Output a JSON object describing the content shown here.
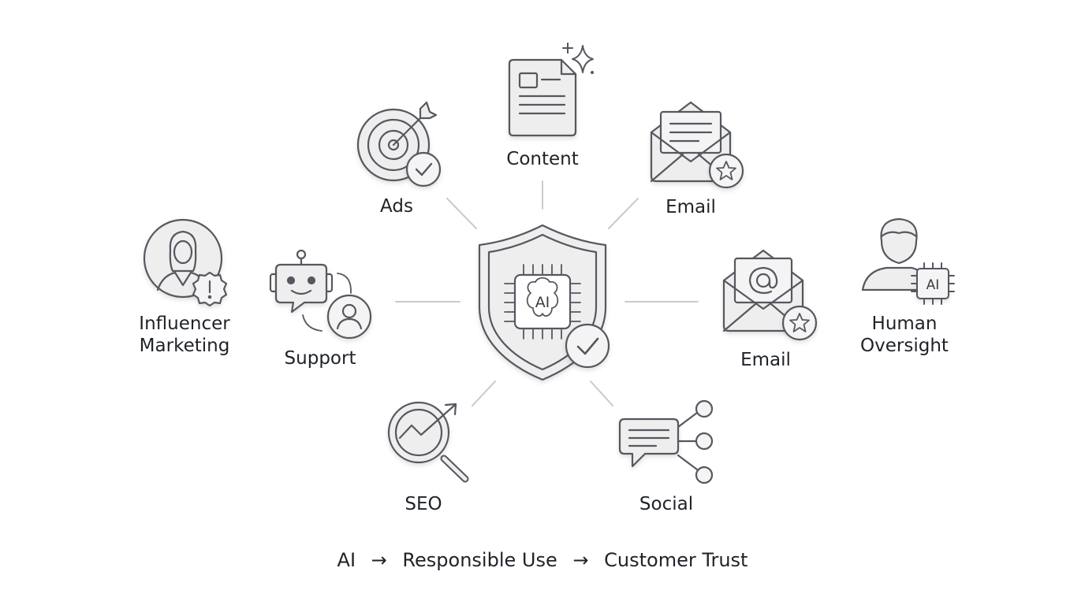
{
  "center": {
    "chip_text": "AI"
  },
  "nodes": {
    "content": {
      "label": "Content"
    },
    "ads": {
      "label": "Ads"
    },
    "email_top": {
      "label": "Email"
    },
    "support": {
      "label": "Support"
    },
    "email_right": {
      "label": "Email"
    },
    "seo": {
      "label": "SEO"
    },
    "social": {
      "label": "Social"
    },
    "influencer": {
      "label": "Influencer\nMarketing"
    },
    "human": {
      "label": "Human\nOversight",
      "chip_text": "AI"
    }
  },
  "flow": {
    "step_1": "AI",
    "step_2": "Responsible Use",
    "step_3": "Customer Trust",
    "separator": "→"
  },
  "colors": {
    "stroke": "#55585e",
    "fill": "#eeeeef",
    "connector": "#c9cacd",
    "text": "#1f2328"
  }
}
